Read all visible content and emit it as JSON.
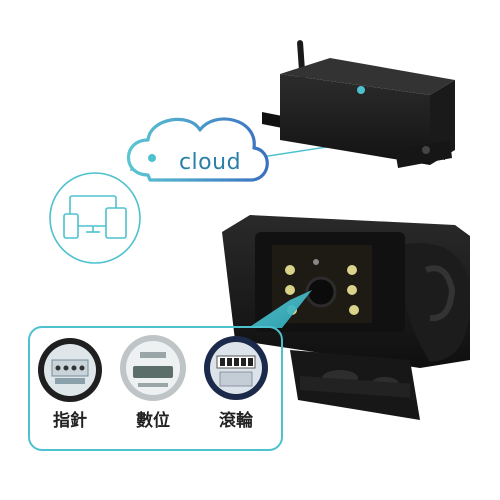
{
  "cloud": {
    "label": "cloud"
  },
  "meters": [
    {
      "label": "指針",
      "icon": "analog-dial-meter"
    },
    {
      "label": "數位",
      "icon": "digital-meter"
    },
    {
      "label": "滾輪",
      "icon": "roller-counter-meter"
    }
  ],
  "devices": {
    "icon": "multi-device-icon"
  },
  "colors": {
    "accent": "#4ec1cf",
    "cloud_gradient_start": "#5bc6d3",
    "cloud_gradient_end": "#3a6fc0",
    "device_body": "#1b1b1b"
  }
}
